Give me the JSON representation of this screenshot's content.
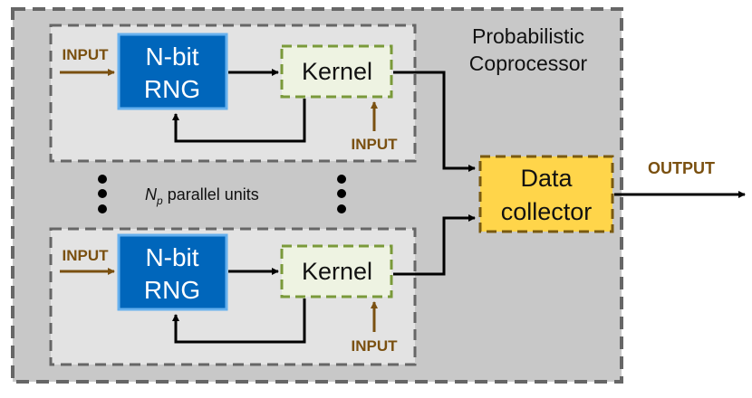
{
  "coprocessor": {
    "title_line1": "Probabilistic",
    "title_line2": "Coprocessor"
  },
  "units": [
    {
      "rng_line1": "N-bit",
      "rng_line2": "RNG",
      "kernel_label": "Kernel",
      "rng_input_label": "INPUT",
      "kernel_input_label": "INPUT"
    },
    {
      "rng_line1": "N-bit",
      "rng_line2": "RNG",
      "kernel_label": "Kernel",
      "rng_input_label": "INPUT",
      "kernel_input_label": "INPUT"
    }
  ],
  "parallel": {
    "symbol": "N",
    "subscript": "p",
    "text": "parallel units"
  },
  "collector": {
    "line1": "Data",
    "line2": "collector"
  },
  "output_label": "OUTPUT",
  "colors": {
    "outer_fill": "#c8c8c8",
    "unit_fill": "#e3e3e3",
    "dash_gray": "#666666",
    "rng_fill": "#0066bb",
    "rng_border": "#66b0ee",
    "kernel_fill": "#eef3e2",
    "kernel_border": "#7a9a3a",
    "collector_fill": "#ffd54a",
    "collector_border": "#7a5a10",
    "input_color": "#7a5010"
  }
}
